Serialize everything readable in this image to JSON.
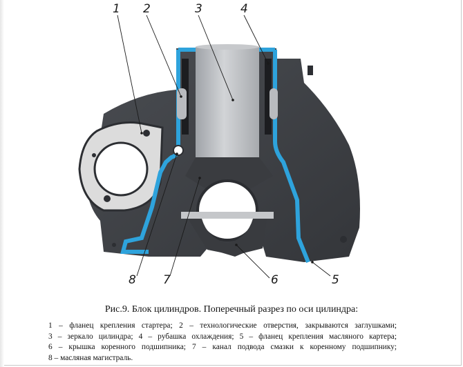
{
  "figure": {
    "callouts": [
      {
        "id": "callout-1",
        "text": "1"
      },
      {
        "id": "callout-2",
        "text": "2"
      },
      {
        "id": "callout-3",
        "text": "3"
      },
      {
        "id": "callout-4",
        "text": "4"
      },
      {
        "id": "callout-5",
        "text": "5"
      },
      {
        "id": "callout-6",
        "text": "6"
      },
      {
        "id": "callout-7",
        "text": "7"
      },
      {
        "id": "callout-8",
        "text": "8"
      }
    ],
    "colors": {
      "casting": "#3f4247",
      "casting_dark": "#2c2e32",
      "coolant": "#2ea3dc",
      "bore": "#bcbfc3",
      "white": "#ffffff"
    }
  },
  "caption": "Рис.9. Блок цилиндров. Поперечный разрез по оси цилиндра:",
  "legend": [
    "1 – фланец крепления стартера; 2 – технологические отверстия, закрываются заглушками;",
    "3 – зеркало цилиндра; 4 – рубашка охлаждения; 5 – фланец крепления масляного картера;",
    "6 – крышка коренного подшипника; 7 – канал подвода смазки к коренному подшипнику;",
    "8 – масляная магистраль."
  ]
}
